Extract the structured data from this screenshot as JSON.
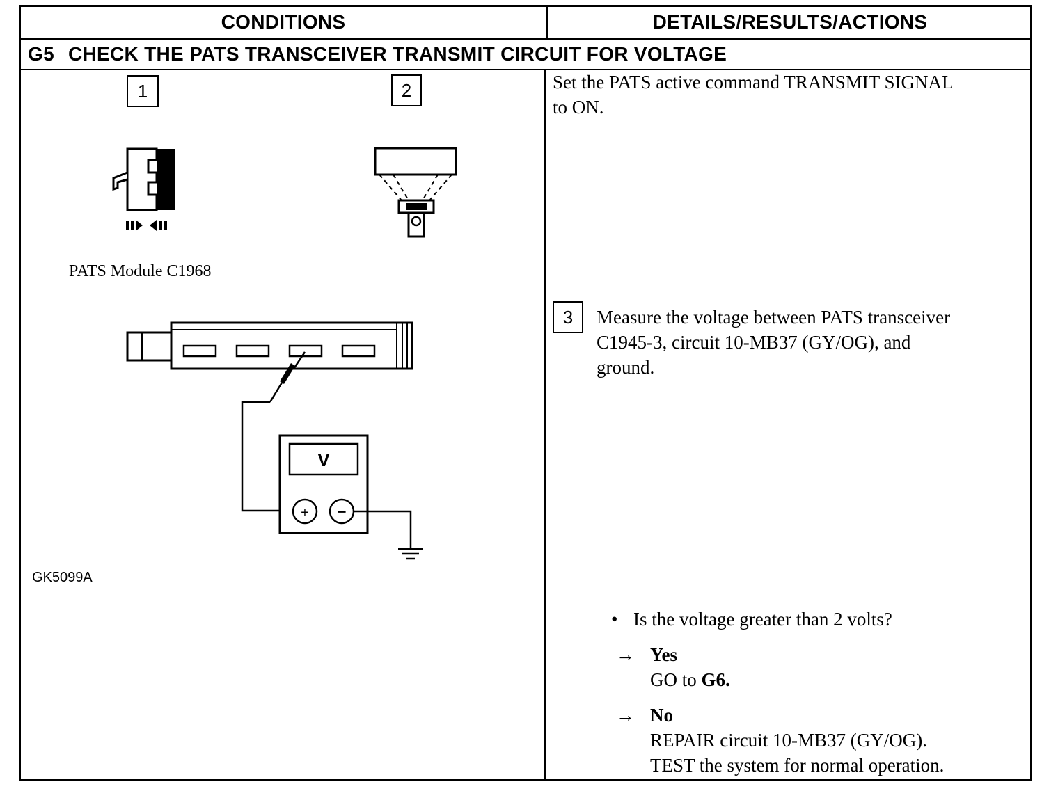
{
  "headers": {
    "conditions": "CONDITIONS",
    "details": "DETAILS/RESULTS/ACTIONS"
  },
  "step": {
    "id": "G5",
    "title": "CHECK THE PATS TRANSCEIVER TRANSMIT CIRCUIT FOR VOLTAGE"
  },
  "conditions": {
    "step_labels": [
      "1",
      "2",
      "3"
    ],
    "connector_label": "PATS Module C1968",
    "meter_symbol": "V",
    "meter_plus": "+",
    "meter_minus": "−",
    "figure_code": "GK5099A"
  },
  "details": {
    "instruction_1_line1": "Set the PATS active command TRANSMIT SIGNAL",
    "instruction_1_line2": "to ON.",
    "instruction_3_line1": "Measure the voltage between PATS transceiver",
    "instruction_3_line2": "C1945-3, circuit 10-MB37 (GY/OG), and",
    "instruction_3_line3": "ground.",
    "bullet": "•",
    "question": "Is the voltage greater than 2 volts?",
    "arrow": "→",
    "yes_label": "Yes",
    "yes_action_prefix": "GO to ",
    "yes_action_target": "G6.",
    "no_label": "No",
    "no_action_line1": "REPAIR circuit 10-MB37 (GY/OG).",
    "no_action_line2": "TEST the system for normal operation."
  }
}
